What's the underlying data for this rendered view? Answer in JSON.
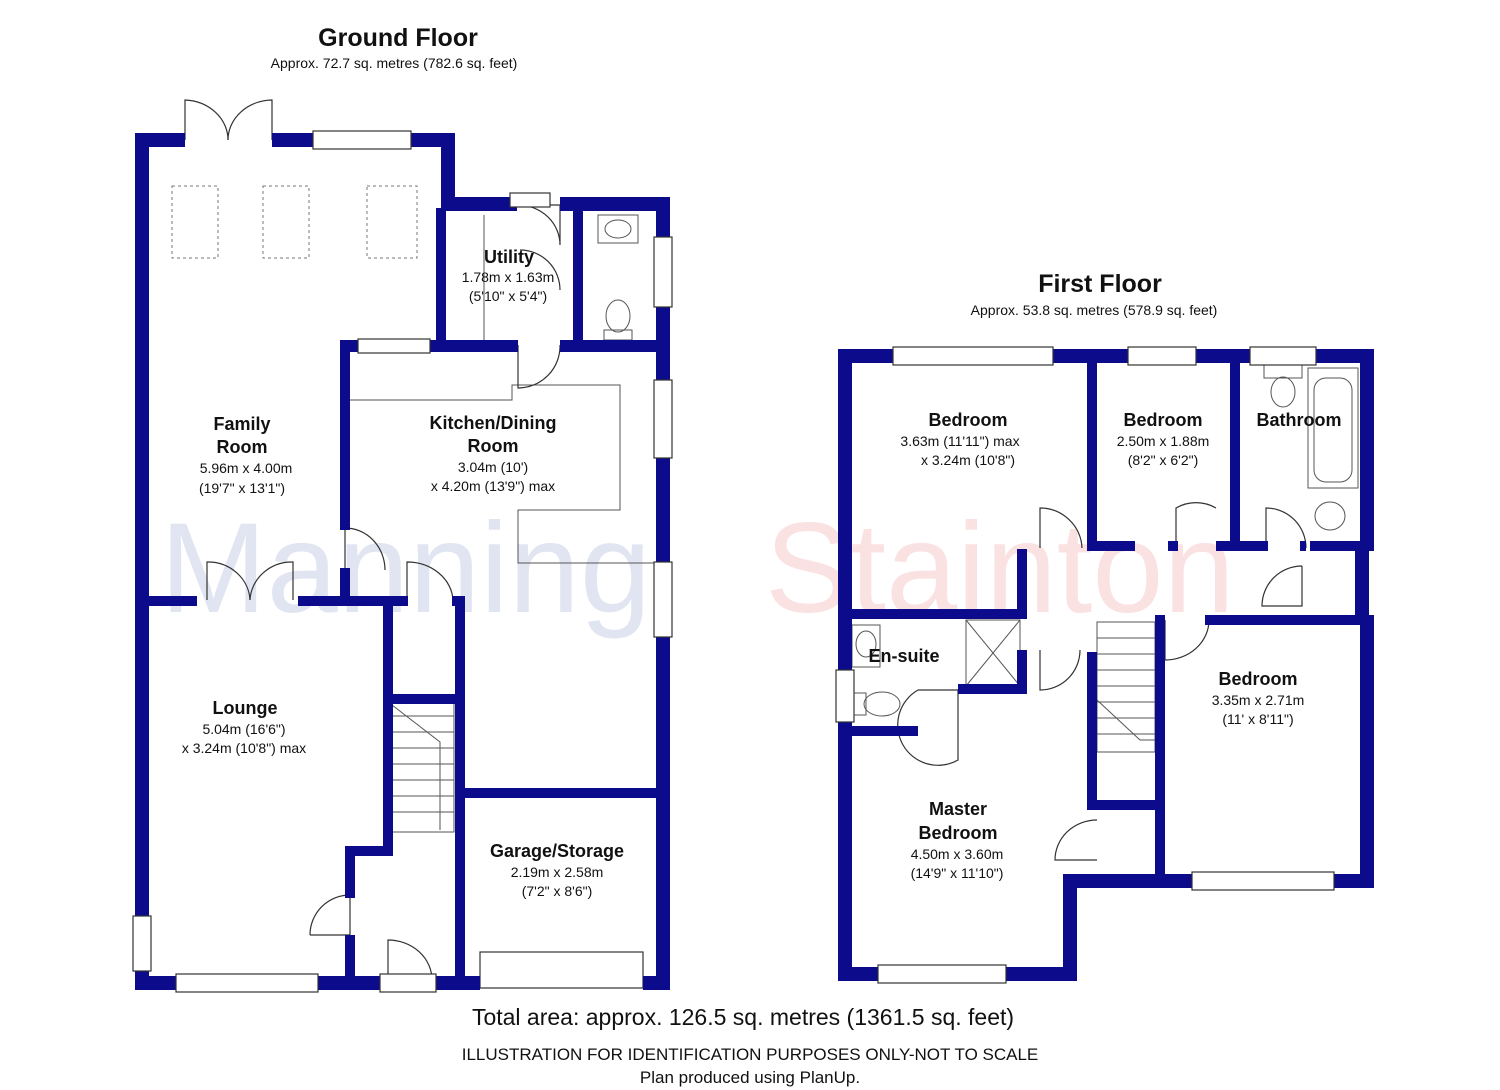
{
  "watermark": {
    "part1": "Manning",
    "part2": "Stainton",
    "color1": "#1f3f9c",
    "color2": "#e0202a"
  },
  "ground_floor": {
    "title": "Ground Floor",
    "area": "Approx. 72.7 sq. metres (782.6 sq. feet)",
    "rooms": {
      "family": {
        "name1": "Family",
        "name2": "Room",
        "dim1": "5.96m x 4.00m",
        "dim2": "(19'7\" x 13'1\")"
      },
      "utility": {
        "name": "Utility",
        "dim1": "1.78m x 1.63m",
        "dim2": "(5'10\" x 5'4\")"
      },
      "kitchen": {
        "name1": "Kitchen/Dining",
        "name2": "Room",
        "dim1": "3.04m (10')",
        "dim2": "x 4.20m (13'9\") max"
      },
      "lounge": {
        "name": "Lounge",
        "dim1": "5.04m (16'6\")",
        "dim2": "x 3.24m (10'8\") max"
      },
      "garage": {
        "name": "Garage/Storage",
        "dim1": "2.19m x 2.58m",
        "dim2": "(7'2\" x 8'6\")"
      }
    }
  },
  "first_floor": {
    "title": "First Floor",
    "area": "Approx. 53.8 sq. metres (578.9 sq. feet)",
    "rooms": {
      "bedroom1": {
        "name": "Bedroom",
        "dim1": "3.63m (11'11\") max",
        "dim2": "x 3.24m (10'8\")"
      },
      "bedroom2": {
        "name": "Bedroom",
        "dim1": "2.50m x 1.88m",
        "dim2": "(8'2\" x 6'2\")"
      },
      "bathroom": {
        "name": "Bathroom"
      },
      "ensuite": {
        "name": "En-suite"
      },
      "bedroom3": {
        "name": "Bedroom",
        "dim1": "3.35m x 2.71m",
        "dim2": "(11' x 8'11\")"
      },
      "master": {
        "name1": "Master",
        "name2": "Bedroom",
        "dim1": "4.50m x 3.60m",
        "dim2": "(14'9\" x 11'10\")"
      }
    }
  },
  "footer": {
    "total": "Total area: approx. 126.5 sq. metres (1361.5 sq. feet)",
    "note1": "ILLUSTRATION FOR IDENTIFICATION PURPOSES ONLY-NOT TO SCALE",
    "note2": "Plan produced using PlanUp."
  },
  "colors": {
    "wall": "#0b0b8c"
  }
}
